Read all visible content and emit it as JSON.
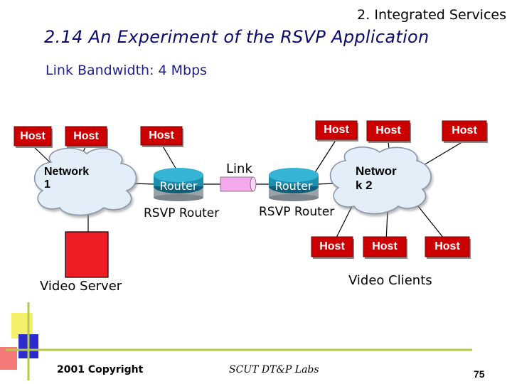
{
  "header": {
    "section": "2. Integrated Services",
    "title": "2.14  An Experiment of the RSVP Application",
    "subtitle": "Link Bandwidth: 4 Mbps"
  },
  "diagram": {
    "host_label": "Host",
    "network1_line1": "Network",
    "network1_line2": "1",
    "network2_line1": "Networ",
    "network2_line2": "k 2",
    "router_label": "Router",
    "link_label": "Link",
    "rsvp_router_left": "RSVP Router",
    "rsvp_router_right": "RSVP Router",
    "video_server": "Video Server",
    "video_clients": "Video Clients"
  },
  "footer": {
    "copyright": "2001 Copyright",
    "lab": "SCUT DT&P Labs",
    "page": "75"
  },
  "colors": {
    "host_fill": "#cc0000",
    "cloud_fill": "#e3eef9",
    "cloud_stroke": "#8a97a8",
    "router_fill": "#1d8fb0",
    "link_fill": "#f6a8ee",
    "server_fill": "#ee1c25",
    "title": "#0a0a70",
    "deco_yellow": "#f4f06a",
    "deco_blue": "#2b2bd0",
    "deco_red": "#ee2020",
    "deco_line": "#b6c94a"
  }
}
